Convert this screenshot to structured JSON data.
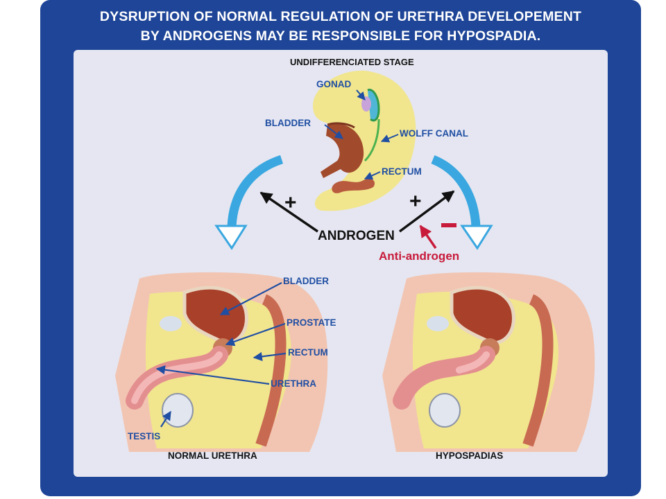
{
  "header": {
    "title_line1": "DYSRUPTION OF NORMAL REGULATION OF URETHRA DEVELOPEMENT",
    "title_line2": "BY ANDROGENS MAY BE RESPONSIBLE FOR HYPOSPADIA."
  },
  "stage": {
    "label": "UNDIFFERENCIATED STAGE",
    "labels": {
      "gonad": "GONAD",
      "bladder": "BLADDER",
      "wolff": "WOLFF CANAL",
      "rectum": "RECTUM"
    }
  },
  "center": {
    "androgen": "ANDROGEN",
    "anti": "Anti-androgen",
    "plus": "+",
    "minus": "−"
  },
  "normal": {
    "caption": "NORMAL URETHRA",
    "labels": {
      "bladder": "BLADDER",
      "prostate": "PROSTATE",
      "rectum": "RECTUM",
      "urethra": "URETHRA",
      "testis": "TESTIS"
    }
  },
  "hypospadias": {
    "caption": "HYPOSPADIAS"
  },
  "colors": {
    "frame": "#1e4597",
    "panel": "#e5e6f1",
    "label_blue": "#1f4ea3",
    "accent_red": "#c81a3a",
    "curve_cyan": "#3aa7e0",
    "embryo_yellow": "#f1e58e"
  }
}
